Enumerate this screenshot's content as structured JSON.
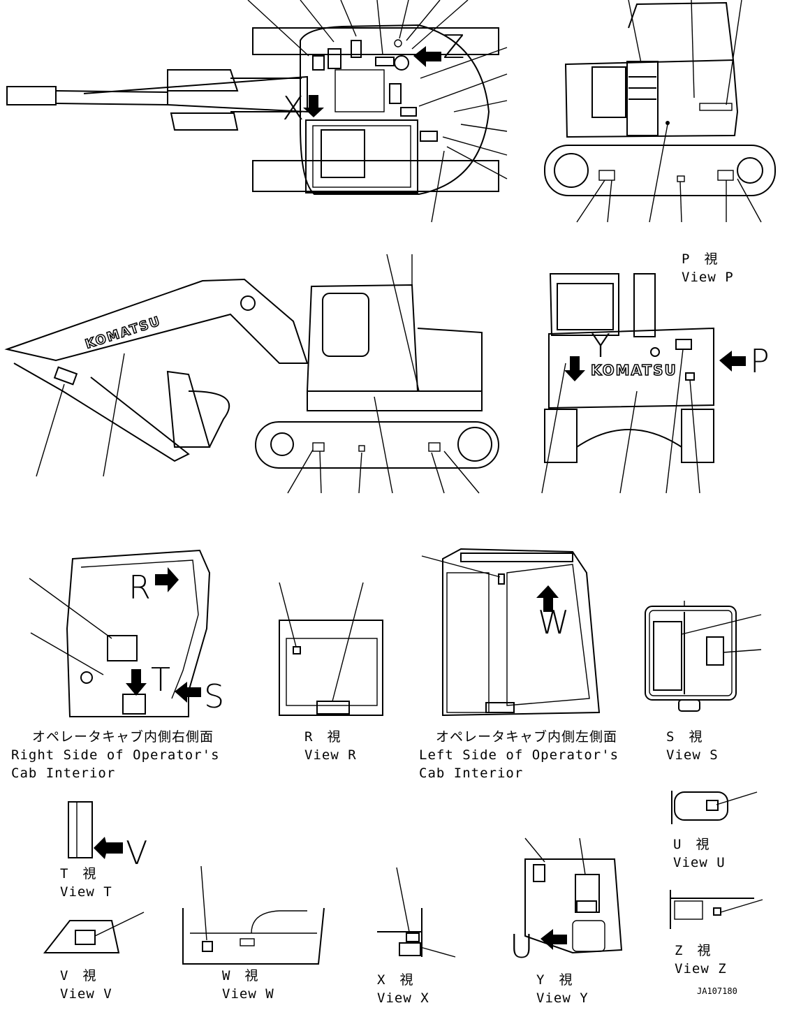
{
  "letters": {
    "z": "Z",
    "x": "X",
    "y": "Y",
    "p": "P",
    "r": "R",
    "t": "T",
    "s": "S",
    "w": "W",
    "v": "V",
    "u": "U"
  },
  "brand": "KOMATSU",
  "views": {
    "p": {
      "jp": "P　視",
      "en": "View P"
    },
    "r": {
      "jp": "R　視",
      "en": "View R"
    },
    "s": {
      "jp": "S　視",
      "en": "View S"
    },
    "t": {
      "jp": "T　視",
      "en": "View T"
    },
    "u": {
      "jp": "U　視",
      "en": "View U"
    },
    "v": {
      "jp": "V　視",
      "en": "View V"
    },
    "w": {
      "jp": "W　視",
      "en": "View W"
    },
    "x": {
      "jp": "X　視",
      "en": "View X"
    },
    "y": {
      "jp": "Y　視",
      "en": "View Y"
    },
    "z": {
      "jp": "Z　視",
      "en": "View Z"
    }
  },
  "cab_right": {
    "jp": "オペレータキャブ内側右側面",
    "en1": "Right Side of Operator's",
    "en2": "Cab Interior"
  },
  "cab_left": {
    "jp": "オペレータキャブ内側左側面",
    "en1": "Left Side of Operator's",
    "en2": "Cab Interior"
  },
  "drawing_code": "JA107180"
}
